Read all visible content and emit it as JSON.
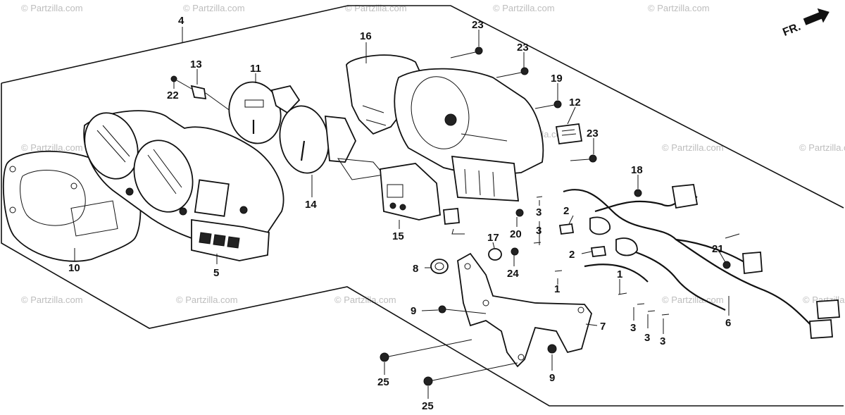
{
  "watermark": "© Partzilla.com",
  "direction_label": "FR.",
  "callouts": [
    {
      "id": "c4",
      "label": "4"
    },
    {
      "id": "c10",
      "label": "10"
    },
    {
      "id": "c5",
      "label": "5"
    },
    {
      "id": "c13",
      "label": "13"
    },
    {
      "id": "c22",
      "label": "22"
    },
    {
      "id": "c11",
      "label": "11"
    },
    {
      "id": "c14",
      "label": "14"
    },
    {
      "id": "c16",
      "label": "16"
    },
    {
      "id": "c23a",
      "label": "23"
    },
    {
      "id": "c23b",
      "label": "23"
    },
    {
      "id": "c23c",
      "label": "23"
    },
    {
      "id": "c19",
      "label": "19"
    },
    {
      "id": "c12",
      "label": "12"
    },
    {
      "id": "c15",
      "label": "15"
    },
    {
      "id": "c18",
      "label": "18"
    },
    {
      "id": "c3a",
      "label": "3"
    },
    {
      "id": "c2a",
      "label": "2"
    },
    {
      "id": "c3b",
      "label": "3"
    },
    {
      "id": "c2b",
      "label": "2"
    },
    {
      "id": "c20",
      "label": "20"
    },
    {
      "id": "c17",
      "label": "17"
    },
    {
      "id": "c24",
      "label": "24"
    },
    {
      "id": "c8",
      "label": "8"
    },
    {
      "id": "c9a",
      "label": "9"
    },
    {
      "id": "c7",
      "label": "7"
    },
    {
      "id": "c9b",
      "label": "9"
    },
    {
      "id": "c25a",
      "label": "25"
    },
    {
      "id": "c25b",
      "label": "25"
    },
    {
      "id": "c21",
      "label": "21"
    },
    {
      "id": "c1a",
      "label": "1"
    },
    {
      "id": "c1b",
      "label": "1"
    },
    {
      "id": "c3c",
      "label": "3"
    },
    {
      "id": "c3d",
      "label": "3"
    },
    {
      "id": "c3e",
      "label": "3"
    },
    {
      "id": "c6",
      "label": "6"
    }
  ]
}
